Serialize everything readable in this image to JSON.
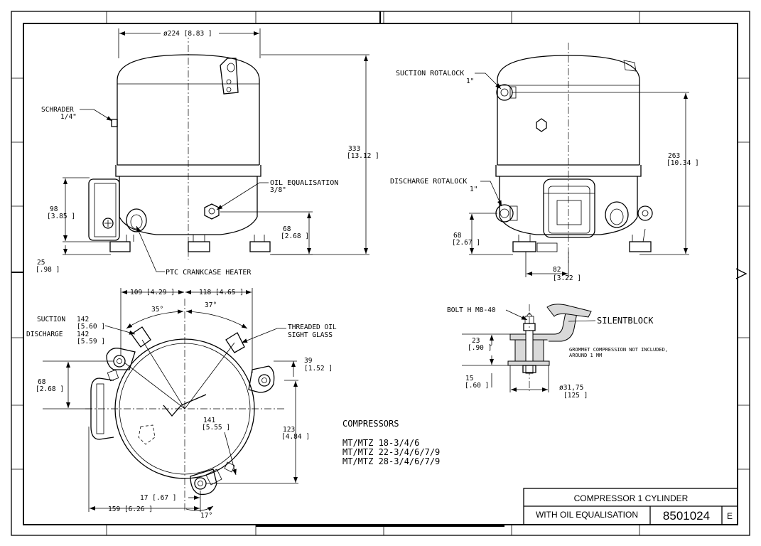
{
  "top_left_view": {
    "dim_width": "ø224 [8.83 ]",
    "schrader_label": "SCHRADER",
    "schrader_size": "1/4\"",
    "dim_height_total": "333",
    "dim_height_total_in": "[13.12 ]",
    "oil_equalisation_label": "OIL EQUALISATION",
    "oil_equalisation_size": "3/8\"",
    "dim_98": "98",
    "dim_98_in": "[3.85 ]",
    "dim_68": "68",
    "dim_68_in": "[2.68 ]",
    "dim_25": "25",
    "dim_25_in": "[.98 ]",
    "ptc_label": "PTC CRANKCASE HEATER"
  },
  "top_right_view": {
    "suction_label": "SUCTION ROTALOCK",
    "suction_size": "1\"",
    "dim_263": "263",
    "dim_263_in": "[10.34 ]",
    "discharge_label": "DISCHARGE ROTALOCK",
    "discharge_size": "1\"",
    "dim_68": "68",
    "dim_68_in": "[2.67 ]",
    "dim_82": "82",
    "dim_82_in": "[3.22 ]"
  },
  "bottom_left_view": {
    "dim_109": "109  [4.29 ]",
    "dim_118": "118  [4.65 ]",
    "angle_35": "35°",
    "angle_37": "37°",
    "suction_label": "SUCTION",
    "suction_val": "142",
    "suction_in": "[5.60 ]",
    "discharge_label": "DISCHARGE",
    "discharge_val": "142",
    "discharge_in": "[5.59 ]",
    "threaded_label_1": "THREADED OIL",
    "threaded_label_2": "SIGHT GLASS",
    "dim_39": "39",
    "dim_39_in": "[1.52 ]",
    "dim_68": "68",
    "dim_68_in": "[2.68 ]",
    "dim_141": "141",
    "dim_141_in": "[5.55 ]",
    "dim_123": "123",
    "dim_123_in": "[4.84 ]",
    "dim_17": "17  [.67 ]",
    "dim_159": "159  [6.26 ]",
    "angle_17": "17°"
  },
  "silentblock": {
    "bolt_label": "BOLT H M8-40",
    "silentblock_label": "SILENTBLOCK",
    "dim_23": "23",
    "dim_23_in": "[.90 ]",
    "grommet_note_1": "GROMMET COMPRESSION NOT INCLUDED,",
    "grommet_note_2": "AROUND 1 MM",
    "dim_15": "15",
    "dim_15_in": "[.60 ]",
    "dim_dia": "ø31,75",
    "dim_dia_in": "[125 ]"
  },
  "compressors": {
    "heading": "COMPRESSORS",
    "models": [
      "MT/MTZ 18-3/4/6",
      "MT/MTZ 22-3/4/6/7/9",
      "MT/MTZ 28-3/4/6/7/9"
    ]
  },
  "title_block": {
    "title": "COMPRESSOR 1 CYLINDER",
    "subtitle": "WITH OIL EQUALISATION",
    "drawing_number": "8501024",
    "revision": "E"
  }
}
